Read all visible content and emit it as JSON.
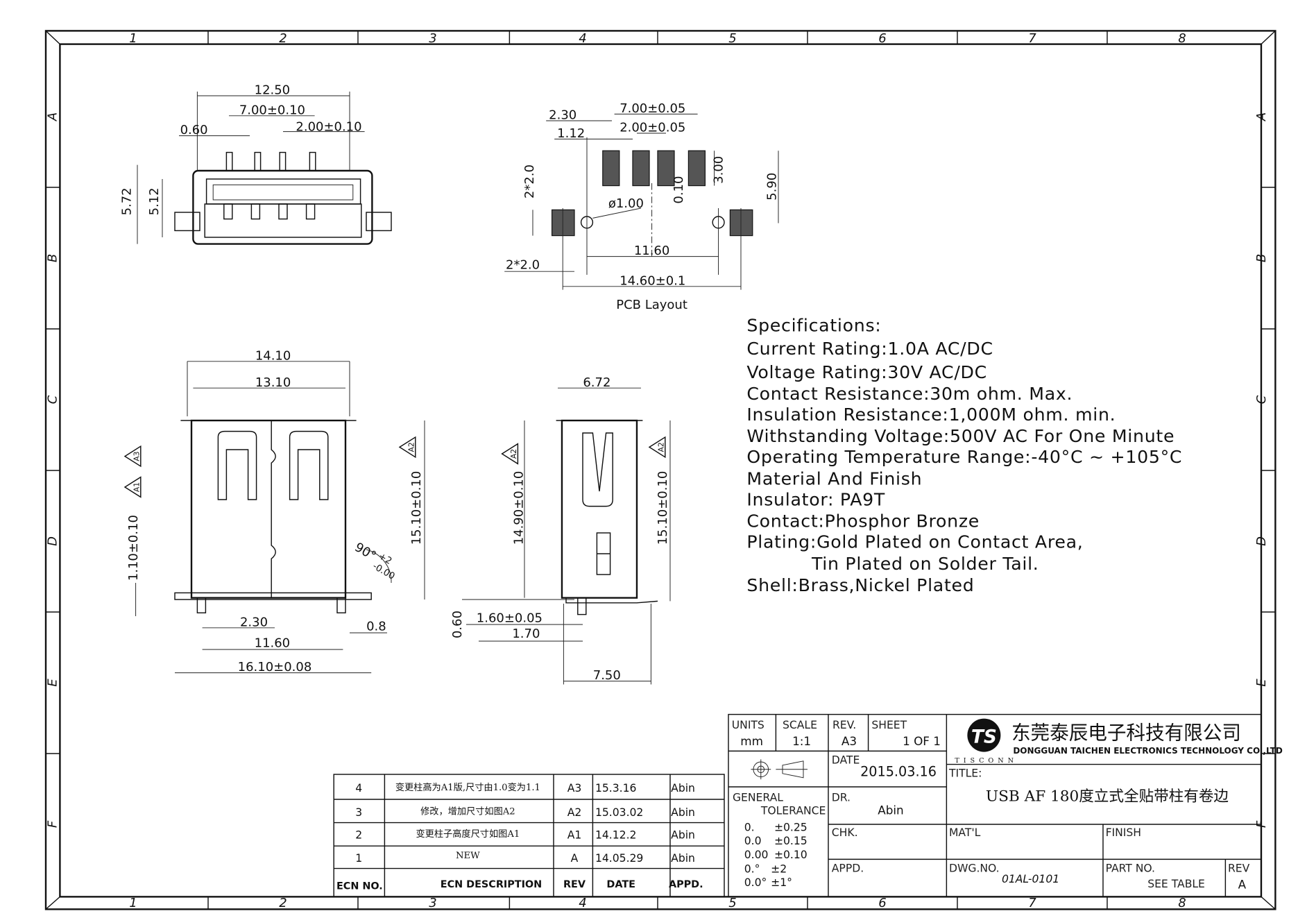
{
  "zones": {
    "columns": [
      "1",
      "2",
      "3",
      "4",
      "5",
      "6",
      "7",
      "8"
    ],
    "rows": [
      "A",
      "B",
      "C",
      "D",
      "E",
      "F"
    ]
  },
  "front_view": {
    "dims": [
      "12.50",
      "7.00±0.10",
      "0.60",
      "2.00±0.10",
      "5.72",
      "5.12"
    ]
  },
  "pcb_layout": {
    "caption": "PCB Layout",
    "dims": [
      "2.30",
      "7.00±0.05",
      "1.12",
      "2.00±0.05",
      "2*2.0",
      "ø1.00",
      "0.10",
      "3.00",
      "5.90",
      "11.60",
      "2*2.0",
      "14.60±0.1"
    ]
  },
  "side_view": {
    "dims": [
      "14.10",
      "13.10",
      "1.10±0.10",
      "15.10±0.10",
      "90°",
      "+2",
      "-0.00",
      "2.30",
      "0.8",
      "11.60",
      "16.10±0.08"
    ],
    "markers": [
      "A1",
      "A3",
      "A2"
    ]
  },
  "end_view": {
    "dims": [
      "6.72",
      "14.90±0.10",
      "15.10±0.10",
      "0.60",
      "1.60±0.05",
      "1.70",
      "7.50"
    ],
    "markers": [
      "A2",
      "A2"
    ]
  },
  "specifications": [
    "Specifications:",
    "Current Rating:1.0A AC/DC",
    "Voltage Rating:30V AC/DC",
    "Contact Resistance:30m ohm. Max.",
    "Insulation Resistance:1,000M ohm. min.",
    "Withstanding Voltage:500V AC For One Minute",
    "Operating Temperature Range:-40°C ~ +105°C",
    "Material And Finish",
    "Insulator: PA9T",
    "Contact:Phosphor Bronze",
    "Plating:Gold Plated on Contact Area,",
    "Tin Plated on Solder Tail.",
    "Shell:Brass,Nickel Plated"
  ],
  "revision_table": {
    "headers": [
      "ECN NO.",
      "ECN DESCRIPTION",
      "REV",
      "DATE",
      "APPD."
    ],
    "rows": [
      {
        "no": "4",
        "desc": "变更柱高为A1版,尺寸由1.0变为1.1",
        "rev": "A3",
        "date": "15.3.16",
        "appd": "Abin"
      },
      {
        "no": "3",
        "desc": "修改，增加尺寸如图A2",
        "rev": "A2",
        "date": "15.03.02",
        "appd": "Abin"
      },
      {
        "no": "2",
        "desc": "变更柱子高度尺寸如图A1",
        "rev": "A1",
        "date": "14.12.2",
        "appd": "Abin"
      },
      {
        "no": "1",
        "desc": "NEW",
        "rev": "A",
        "date": "14.05.29",
        "appd": "Abin"
      }
    ]
  },
  "title_block": {
    "units_label": "UNITS",
    "units": "mm",
    "scale_label": "SCALE",
    "scale": "1:1",
    "rev_label": "REV.",
    "rev": "A3",
    "sheet_label": "SHEET",
    "sheet": "1 OF 1",
    "date_label": "DATE",
    "date": "2015.03.16",
    "dr_label": "DR.",
    "dr": "Abin",
    "chk_label": "CHK.",
    "appd_label": "APPD.",
    "general_label": "GENERAL",
    "tolerance_label": "TOLERANCE",
    "tolerances": [
      [
        "0.",
        "±0.25"
      ],
      [
        "0.0",
        "±0.15"
      ],
      [
        "0.00",
        "±0.10"
      ],
      [
        "0.°",
        "±2"
      ],
      [
        "0.0°",
        "±1°"
      ]
    ],
    "company_cn": "东莞泰辰电子科技有限公司",
    "company_en": "DONGGUAN TAICHEN ELECTRONICS TECHNOLOGY CO.,LTD",
    "logo_text": "TISCONN",
    "title_label": "TITLE:",
    "title": "USB AF 180度立式全贴带柱有卷边",
    "matl_label": "MAT'L",
    "finish_label": "FINISH",
    "dwg_label": "DWG.NO.",
    "dwg": "01AL-0101",
    "partno_label": "PART NO.",
    "partno": "SEE TABLE",
    "rev2_label": "REV",
    "rev2": "A"
  }
}
